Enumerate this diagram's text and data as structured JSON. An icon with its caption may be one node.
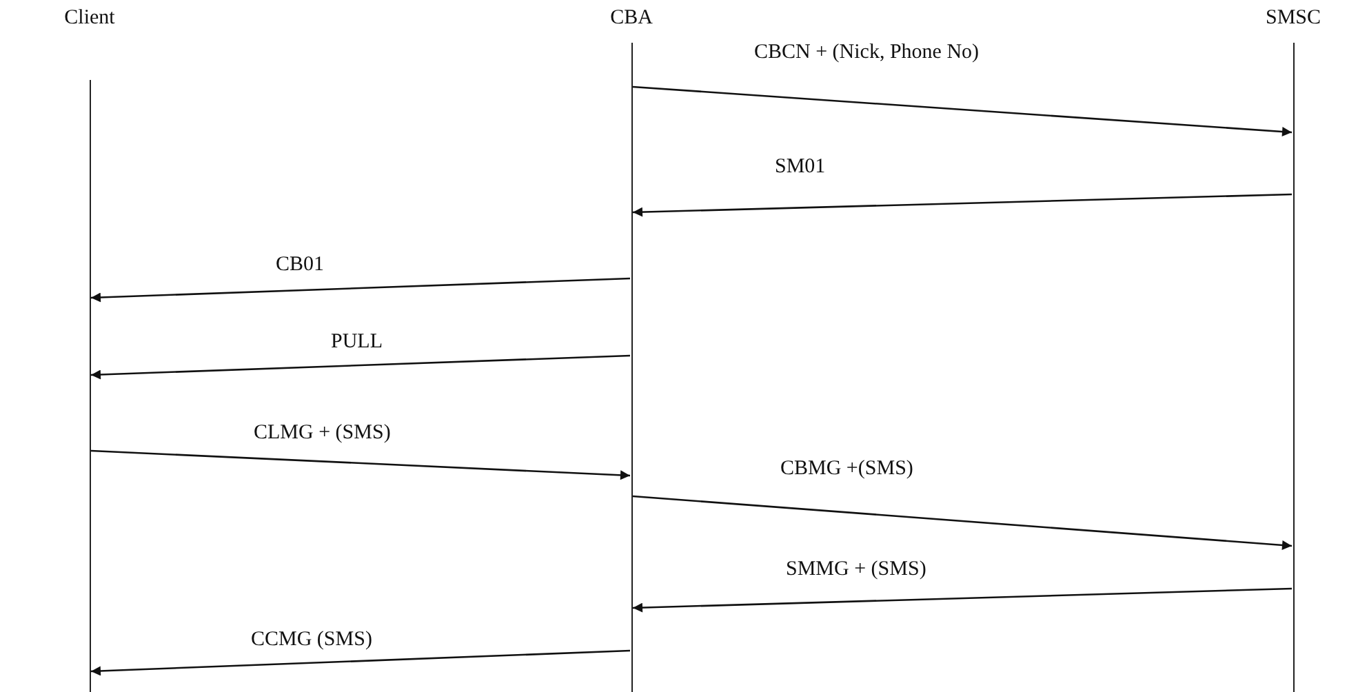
{
  "diagram": {
    "nodes": [
      {
        "text": [
          "Client"
        ]
      },
      {
        "text": [
          "CBA"
        ]
      },
      {
        "text": [
          "SMSC"
        ]
      }
    ],
    "edges": [
      {
        "from": 1,
        "to": 2,
        "arrow": "to",
        "label": "CBCN + (Nick, Phone No)"
      },
      {
        "from": 2,
        "to": 1,
        "arrow": "to",
        "label": "SM01"
      },
      {
        "from": 1,
        "to": 0,
        "arrow": "to",
        "label": "CB01"
      },
      {
        "from": 1,
        "to": 0,
        "arrow": "to",
        "label": "PULL"
      },
      {
        "from": 0,
        "to": 1,
        "arrow": "to",
        "label": "CLMG + (SMS)"
      },
      {
        "from": 1,
        "to": 2,
        "arrow": "to",
        "label": "CBMG +(SMS)"
      },
      {
        "from": 2,
        "to": 1,
        "arrow": "to",
        "label": "SMMG + (SMS)"
      },
      {
        "from": 1,
        "to": 0,
        "arrow": "to",
        "label": "CCMG (SMS)"
      }
    ]
  }
}
